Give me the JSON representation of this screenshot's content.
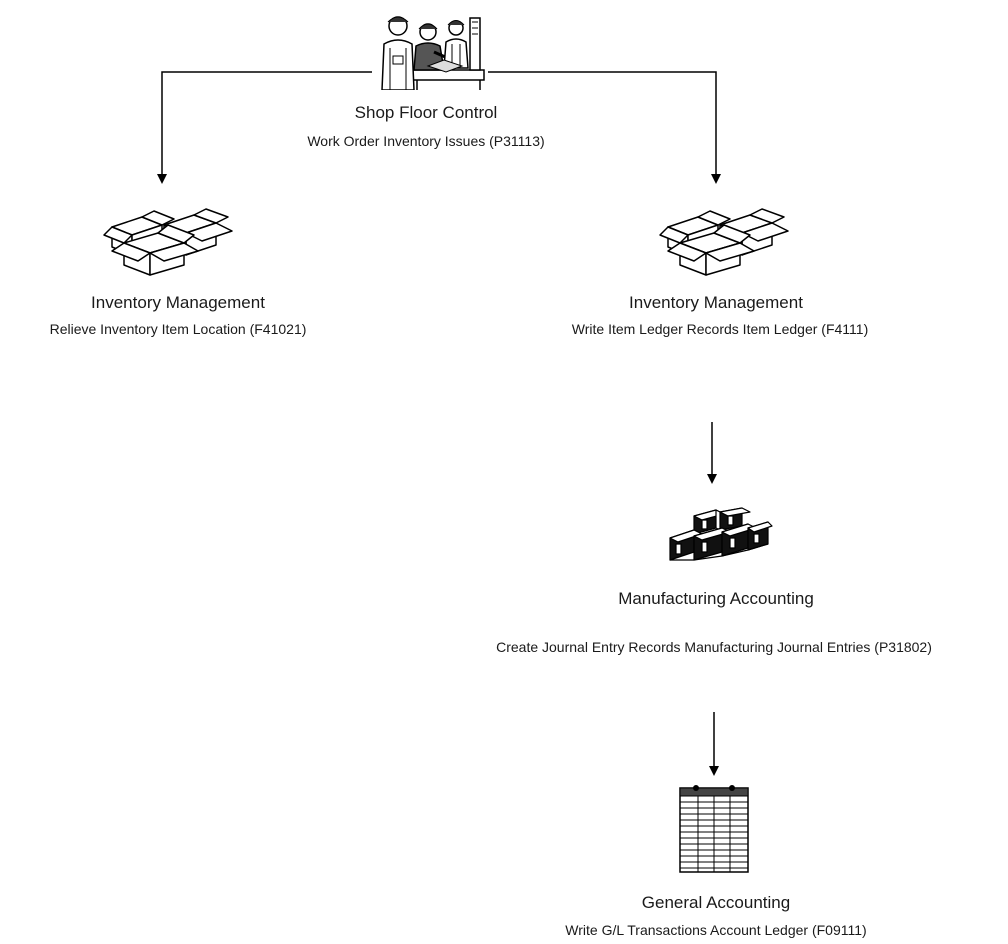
{
  "nodes": {
    "shop_floor": {
      "title": "Shop Floor Control",
      "subtitle": "Work Order Inventory Issues (P31113)",
      "icon": "workers-icon"
    },
    "inv_left": {
      "title": "Inventory Management",
      "subtitle": "Relieve Inventory Item Location (F41021)",
      "icon": "boxes-icon"
    },
    "inv_right": {
      "title": "Inventory Management",
      "subtitle": "Write Item Ledger Records Item Ledger (F4111)",
      "icon": "boxes-icon"
    },
    "mfg_accounting": {
      "title": "Manufacturing Accounting",
      "subtitle": "Create Journal Entry Records Manufacturing Journal Entries (P31802)",
      "icon": "ledger-books-icon"
    },
    "gen_accounting": {
      "title": "General Accounting",
      "subtitle": "Write G/L Transactions Account Ledger (F09111)",
      "icon": "spreadsheet-icon"
    }
  },
  "edges": [
    {
      "from": "shop_floor",
      "to": "inv_left"
    },
    {
      "from": "shop_floor",
      "to": "inv_right"
    },
    {
      "from": "inv_right",
      "to": "mfg_accounting"
    },
    {
      "from": "mfg_accounting",
      "to": "gen_accounting"
    }
  ]
}
